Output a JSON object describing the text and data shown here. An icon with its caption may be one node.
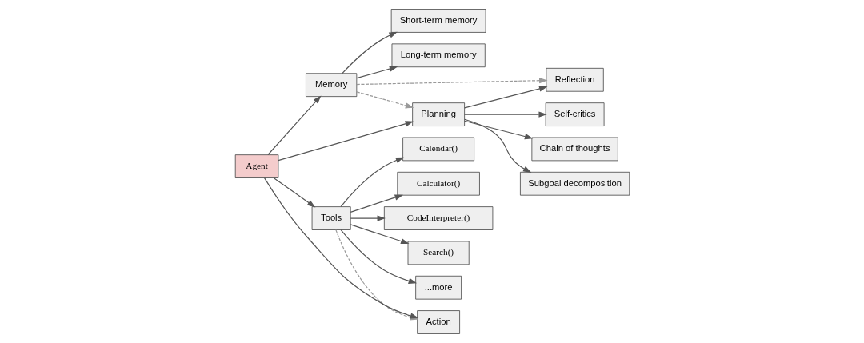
{
  "diagram": {
    "nodes": [
      {
        "text": [
          "Short-term memory"
        ]
      },
      {
        "text": [
          "Long-term memory"
        ]
      },
      {
        "text": [
          "Memory"
        ]
      },
      {
        "text": [
          "Calendar()"
        ]
      },
      {
        "text": [
          "Calculator()"
        ]
      },
      {
        "text": [
          "CodeInterpreter()"
        ]
      },
      {
        "text": [
          "Search()"
        ]
      },
      {
        "text": [
          "...more"
        ]
      },
      {
        "text": [
          "Tools"
        ]
      },
      {
        "text": [
          "Agent"
        ]
      },
      {
        "text": [
          "Planning"
        ]
      },
      {
        "text": [
          "Reflection"
        ]
      },
      {
        "text": [
          "Self-critics"
        ]
      },
      {
        "text": [
          "Chain of thoughts"
        ]
      },
      {
        "text": [
          "Subgoal decomposition"
        ]
      },
      {
        "text": [
          "Action"
        ]
      }
    ],
    "edges": [
      {
        "from": 2,
        "to": 0,
        "arrow": "to"
      },
      {
        "from": 2,
        "to": 1,
        "arrow": "to"
      },
      {
        "from": 9,
        "to": 2,
        "arrow": "to"
      },
      {
        "from": 9,
        "to": 8,
        "arrow": "to"
      },
      {
        "from": 9,
        "to": 10,
        "arrow": "to"
      },
      {
        "from": 9,
        "to": 15,
        "arrow": "to"
      },
      {
        "from": 8,
        "to": 3,
        "arrow": "to"
      },
      {
        "from": 8,
        "to": 4,
        "arrow": "to"
      },
      {
        "from": 8,
        "to": 5,
        "arrow": "to"
      },
      {
        "from": 8,
        "to": 6,
        "arrow": "to"
      },
      {
        "from": 8,
        "to": 7,
        "arrow": "to"
      },
      {
        "from": 10,
        "to": 11,
        "arrow": "to"
      },
      {
        "from": 10,
        "to": 12,
        "arrow": "to"
      },
      {
        "from": 10,
        "to": 13,
        "arrow": "to"
      },
      {
        "from": 10,
        "to": 14,
        "arrow": "to"
      },
      {
        "from": 2,
        "to": 10,
        "arrow": "to",
        "style": "dashed",
        "color": "#999999"
      },
      {
        "from": 2,
        "to": 11,
        "arrow": "to",
        "style": "dashed",
        "color": "#999999"
      },
      {
        "from": 8,
        "to": 15,
        "arrow": "to",
        "style": "dashed",
        "color": "#999999"
      }
    ]
  }
}
